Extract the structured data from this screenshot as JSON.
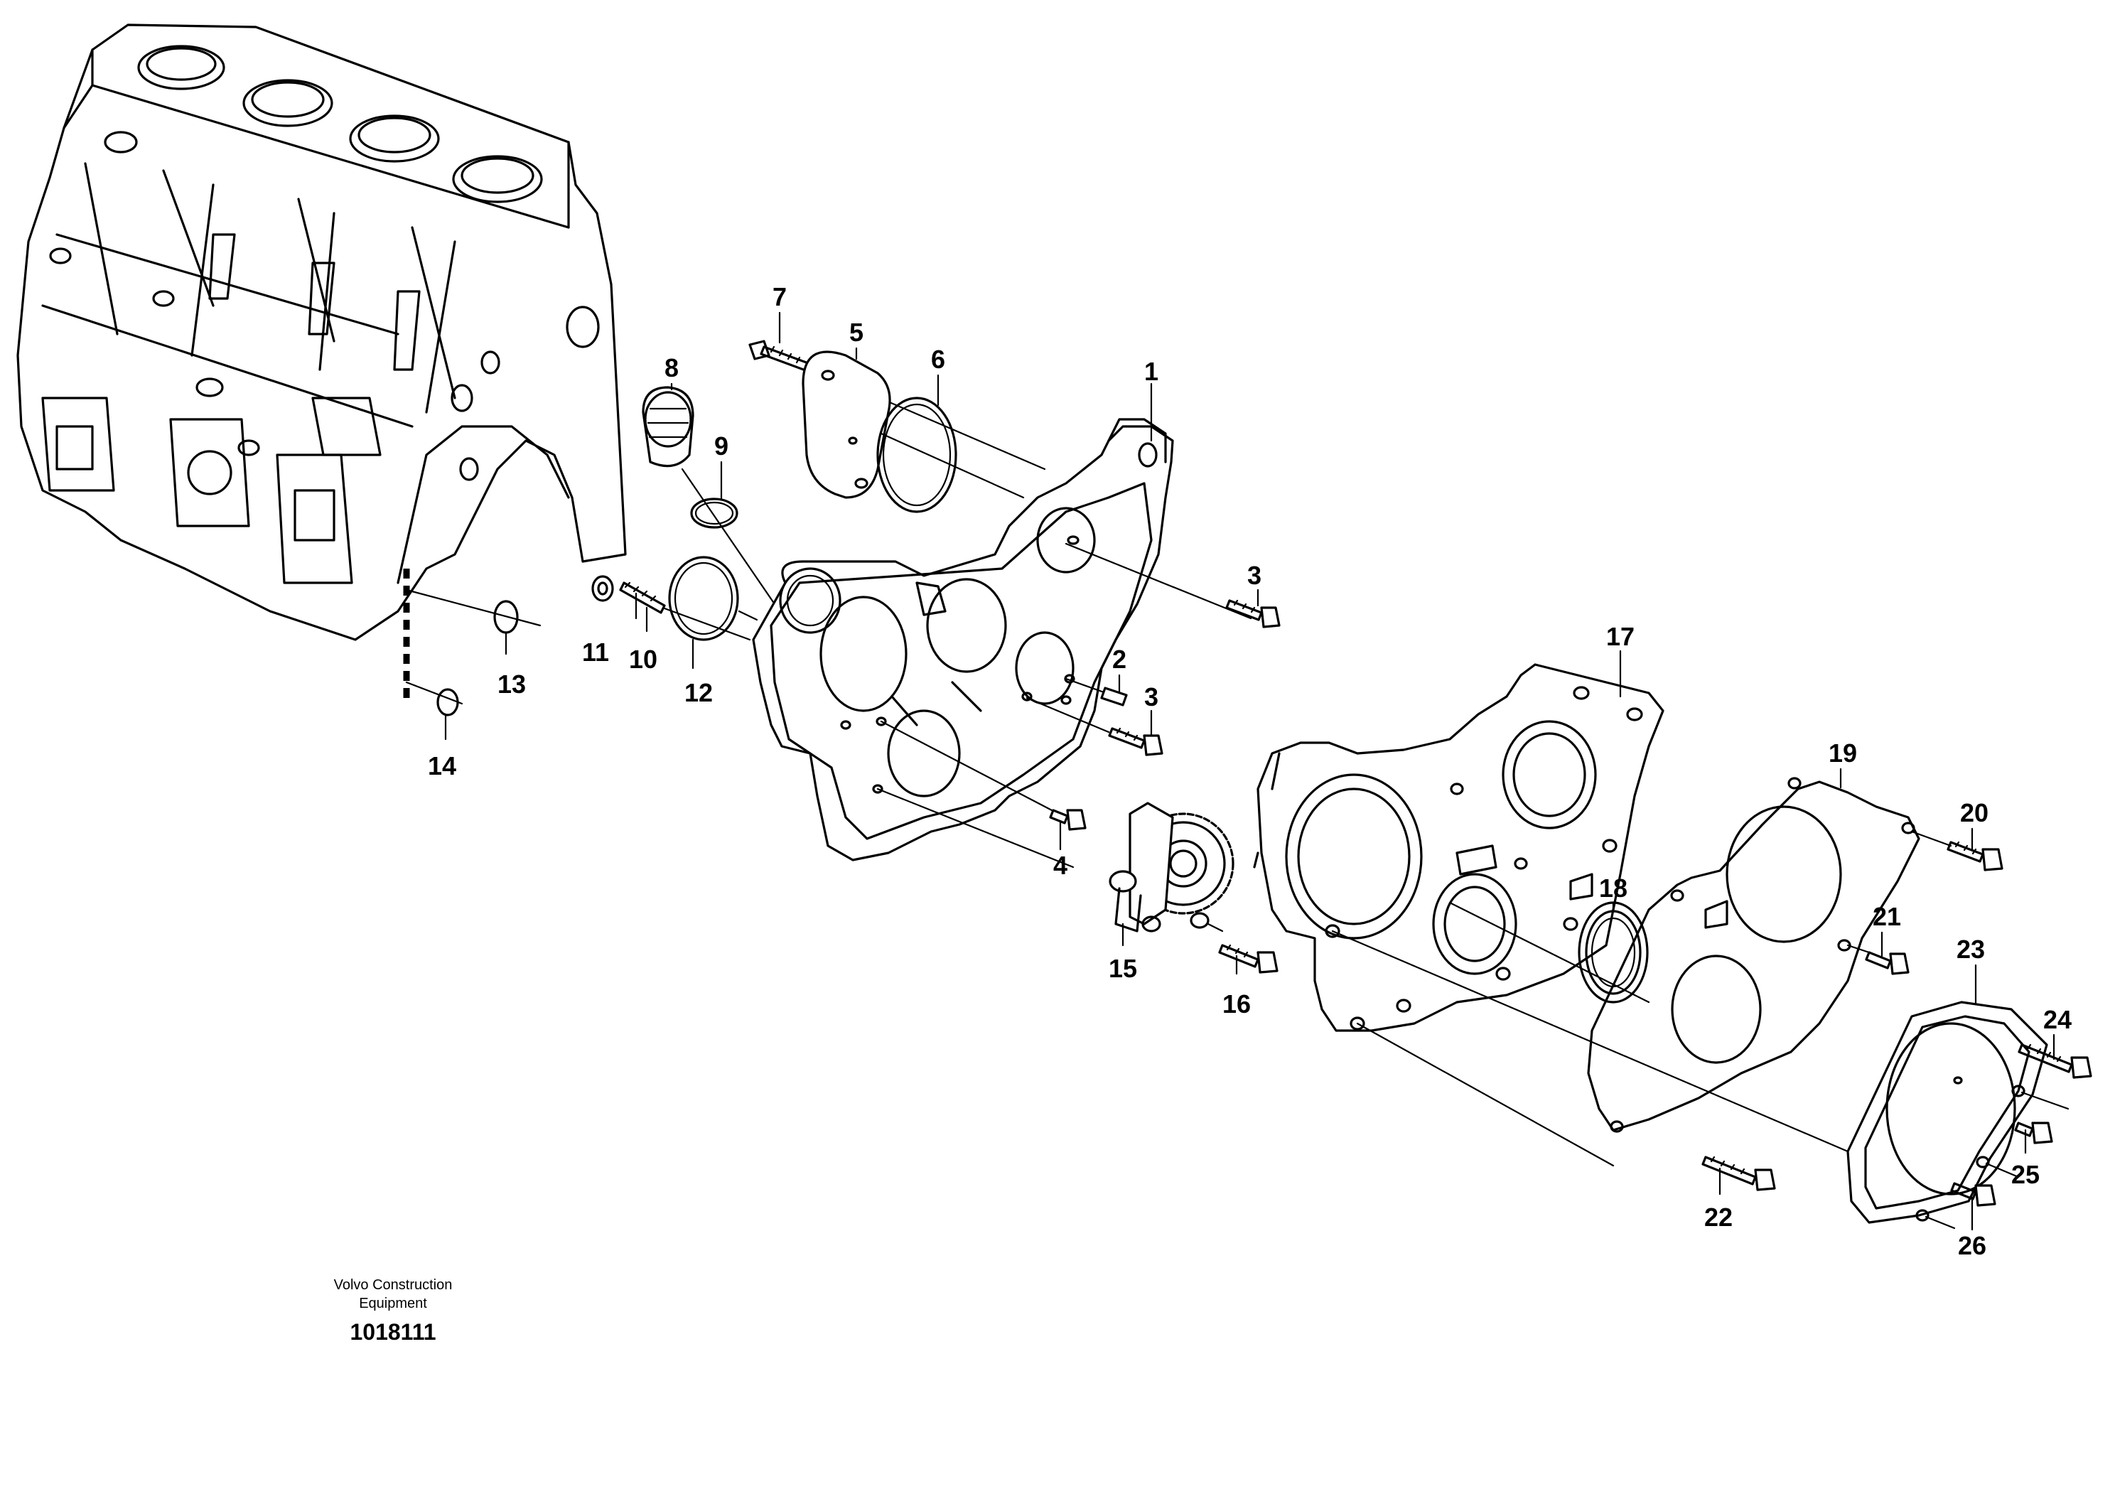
{
  "figure": {
    "brand_line1": "Volvo Construction",
    "brand_line2": "Equipment",
    "document_number": "1018111"
  },
  "callouts": [
    {
      "id": "c1",
      "label": "1"
    },
    {
      "id": "c2",
      "label": "2"
    },
    {
      "id": "c3a",
      "label": "3"
    },
    {
      "id": "c3b",
      "label": "3"
    },
    {
      "id": "c4",
      "label": "4"
    },
    {
      "id": "c5",
      "label": "5"
    },
    {
      "id": "c6",
      "label": "6"
    },
    {
      "id": "c7",
      "label": "7"
    },
    {
      "id": "c8",
      "label": "8"
    },
    {
      "id": "c9",
      "label": "9"
    },
    {
      "id": "c10",
      "label": "10"
    },
    {
      "id": "c11",
      "label": "11"
    },
    {
      "id": "c12",
      "label": "12"
    },
    {
      "id": "c13",
      "label": "13"
    },
    {
      "id": "c14",
      "label": "14"
    },
    {
      "id": "c15",
      "label": "15"
    },
    {
      "id": "c16",
      "label": "16"
    },
    {
      "id": "c17",
      "label": "17"
    },
    {
      "id": "c18",
      "label": "18"
    },
    {
      "id": "c19",
      "label": "19"
    },
    {
      "id": "c20",
      "label": "20"
    },
    {
      "id": "c21",
      "label": "21"
    },
    {
      "id": "c22",
      "label": "22"
    },
    {
      "id": "c23",
      "label": "23"
    },
    {
      "id": "c24",
      "label": "24"
    },
    {
      "id": "c25",
      "label": "25"
    },
    {
      "id": "c26",
      "label": "26"
    }
  ]
}
